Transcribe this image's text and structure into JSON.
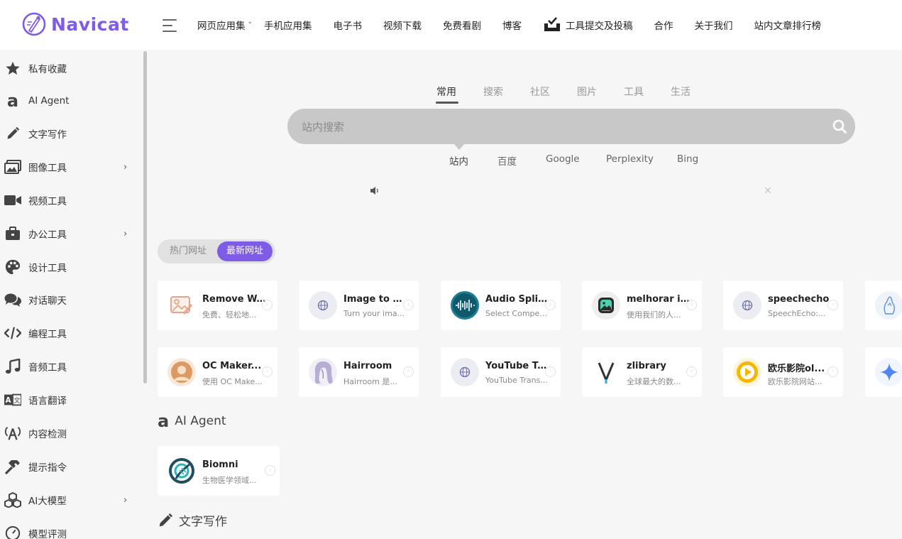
{
  "brand": {
    "name": "Navicat",
    "accent": "#7e5ce6"
  },
  "nav": {
    "items": [
      "网页应用集",
      "手机应用集",
      "电子书",
      "视频下载",
      "免费看剧",
      "博客",
      "工具提交及投稿",
      "合作",
      "关于我们",
      "站内文章排行榜"
    ]
  },
  "sidebar": {
    "items": [
      {
        "label": "私有收藏",
        "icon": "star-icon"
      },
      {
        "label": "AI Agent",
        "icon": "letter-a-icon"
      },
      {
        "label": "文字写作",
        "icon": "pencil-icon"
      },
      {
        "label": "图像工具",
        "icon": "image-icon",
        "has_submenu": true
      },
      {
        "label": "视频工具",
        "icon": "video-icon"
      },
      {
        "label": "办公工具",
        "icon": "briefcase-icon",
        "has_submenu": true
      },
      {
        "label": "设计工具",
        "icon": "palette-icon"
      },
      {
        "label": "对话聊天",
        "icon": "chat-icon"
      },
      {
        "label": "编程工具",
        "icon": "code-icon"
      },
      {
        "label": "音频工具",
        "icon": "music-icon"
      },
      {
        "label": "语言翻译",
        "icon": "translate-icon"
      },
      {
        "label": "内容检测",
        "icon": "broadcast-icon"
      },
      {
        "label": "提示指令",
        "icon": "hammer-icon"
      },
      {
        "label": "AI大模型",
        "icon": "cubes-icon",
        "has_submenu": true
      },
      {
        "label": "模型评测",
        "icon": "gauge-icon"
      }
    ]
  },
  "search": {
    "tabs": [
      "常用",
      "搜索",
      "社区",
      "图片",
      "工具",
      "生活"
    ],
    "active_tab": "常用",
    "placeholder": "站内搜索",
    "engines": [
      "站内",
      "百度",
      "Google",
      "Perplexity",
      "Bing"
    ],
    "active_engine": "站内"
  },
  "toggle": {
    "hot": "热门网址",
    "new": "最新网址",
    "active": "最新网址"
  },
  "cards_row1": [
    {
      "title": "Remove W...",
      "desc": "免费、轻松地...",
      "icon": "remove-watermark-icon"
    },
    {
      "title": "Image to Vi...",
      "desc": "Turn your ima...",
      "icon": "globe-icon"
    },
    {
      "title": "Audio Split...",
      "desc": "Select Compet...",
      "icon": "audio-wave-icon"
    },
    {
      "title": "melhorar i...",
      "desc": "使用我们的人...",
      "icon": "photo-frame-icon"
    },
    {
      "title": "speechecho",
      "desc": "SpeechEcho:...",
      "icon": "globe-icon"
    }
  ],
  "cards_row2": [
    {
      "title": "OC Maker...",
      "desc": "使用 OC Make...",
      "icon": "avatar-icon"
    },
    {
      "title": "Hairroom",
      "desc": "Hairroom 是...",
      "icon": "hair-portrait-icon"
    },
    {
      "title": "YouTube Tr...",
      "desc": "YouTube Trans...",
      "icon": "globe-icon"
    },
    {
      "title": "zlibrary",
      "desc": "全球最大的数...",
      "icon": "z-library-icon"
    },
    {
      "title": "欧乐影院ol...",
      "desc": "欧乐影院网站...",
      "icon": "play-circle-icon"
    }
  ],
  "sections": [
    {
      "title": "AI Agent",
      "icon": "letter-a-icon",
      "cards": [
        {
          "title": "Biomni",
          "desc": "生物医学领域...",
          "icon": "biomni-logo-icon"
        }
      ]
    },
    {
      "title": "文字写作",
      "icon": "pencil-icon"
    }
  ]
}
